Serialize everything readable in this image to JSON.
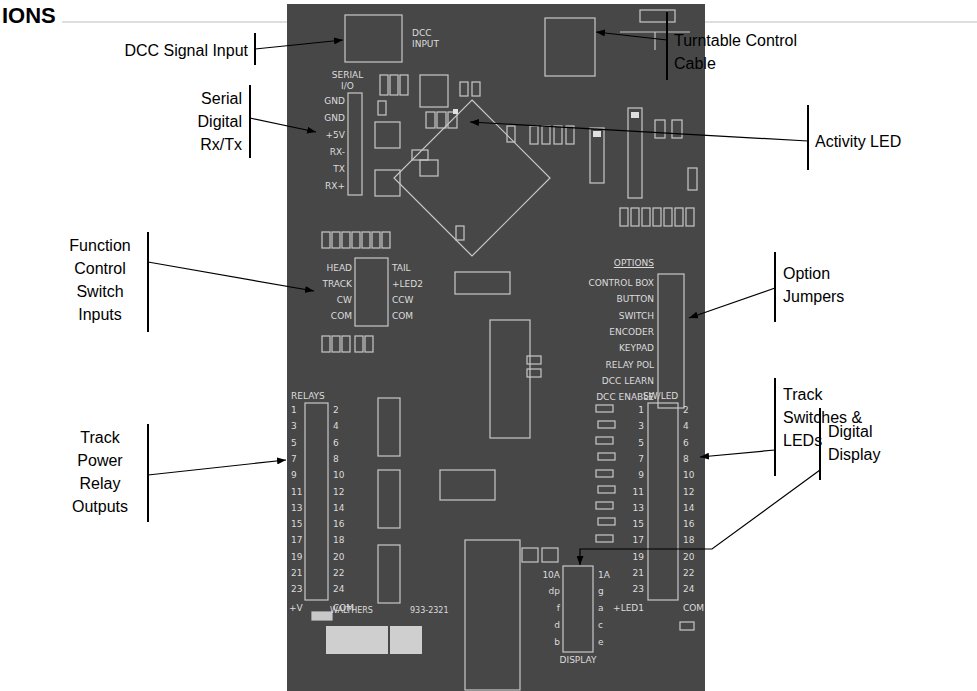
{
  "diagram": {
    "title": "IONS",
    "nodes": [
      {
        "text": [
          "WALTHERS",
          "933-2321"
        ]
      }
    ],
    "labels": [
      "DCC Signal Input",
      "Serial Digital Rx/Tx",
      "Function Control Switch Inputs",
      "Track Power Relay Outputs",
      "Turntable Control Cable",
      "Activity LED",
      "Option Jumpers",
      "Track Switches & LEDs",
      "Digital Display",
      "DCC INPUT",
      "SERIAL I/O",
      "GND",
      "GND",
      "+5V",
      "RX-",
      "TX",
      "RX+",
      "HEAD",
      "TAIL",
      "TRACK",
      "+LED2",
      "CW",
      "CCW",
      "COM",
      "COM",
      "OPTIONS",
      "CONTROL BOX",
      "BUTTON",
      "SWITCH",
      "ENCODER",
      "KEYPAD",
      "RELAY POL",
      "DCC LEARN",
      "DCC ENABLE",
      "RELAYS",
      "1",
      "2",
      "3",
      "4",
      "5",
      "6",
      "7",
      "8",
      "9",
      "10",
      "11",
      "12",
      "13",
      "14",
      "15",
      "16",
      "17",
      "18",
      "19",
      "20",
      "21",
      "22",
      "23",
      "24",
      "+V",
      "COM",
      "SW/LED",
      "1",
      "2",
      "3",
      "4",
      "5",
      "6",
      "7",
      "8",
      "9",
      "10",
      "11",
      "12",
      "13",
      "14",
      "15",
      "16",
      "17",
      "18",
      "19",
      "20",
      "21",
      "22",
      "23",
      "24",
      "+LED1",
      "COM",
      "10A",
      "1A",
      "dp",
      "g",
      "f",
      "a",
      "d",
      "c",
      "b",
      "e",
      "DISPLAY"
    ]
  }
}
